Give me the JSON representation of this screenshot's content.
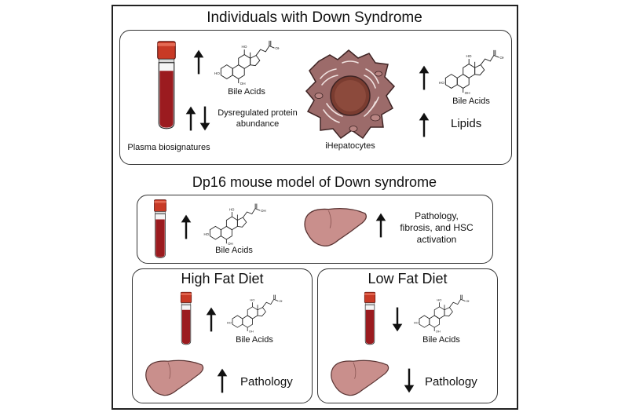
{
  "header": {
    "title": "Individuals with Down Syndrome"
  },
  "human": {
    "plasma_label": "Plasma biosignatures",
    "bile_acids_label": "Bile Acids",
    "protein_label": "Dysregulated protein abundance",
    "protein_line1": "Dysregulated protein",
    "protein_line2": "abundance",
    "hepatocytes_label": "iHepatocytes",
    "hep_bile_acids_label": "Bile Acids",
    "lipids_label": "Lipids",
    "arrows": {
      "bile_acids": "up",
      "proteins": "up-down",
      "hep_bile_acids": "up",
      "lipids": "up"
    }
  },
  "mouse": {
    "title": "Dp16 mouse model of Down syndrome",
    "bile_acids_label": "Bile Acids",
    "pathology_label": "Pathology, fibrosis, and HSC activation",
    "pathology_line1": "Pathology,",
    "pathology_line2": "fibrosis, and HSC",
    "pathology_line3": "activation",
    "arrows": {
      "bile_acids": "up",
      "pathology": "up"
    }
  },
  "high_fat": {
    "title": "High Fat Diet",
    "bile_acids_label": "Bile Acids",
    "pathology_label": "Pathology",
    "arrows": {
      "bile_acids": "up",
      "pathology": "up"
    }
  },
  "low_fat": {
    "title": "Low Fat Diet",
    "bile_acids_label": "Bile Acids",
    "pathology_label": "Pathology",
    "arrows": {
      "bile_acids": "down",
      "pathology": "down"
    }
  },
  "molecule_labels": {
    "oh": "OH",
    "ho": "HO"
  },
  "colors": {
    "blood": "#9b1b1f",
    "cap": "#c83a26",
    "liver": "#c98f8c",
    "liver_stroke": "#5a3433",
    "cell": "#9c6b6a",
    "nucleus": "#7a3c30"
  },
  "icons": [
    "blood-tube-icon",
    "bile-acid-molecule-icon",
    "up-arrow-icon",
    "down-arrow-icon",
    "liver-icon",
    "hepatocyte-cell-icon"
  ]
}
